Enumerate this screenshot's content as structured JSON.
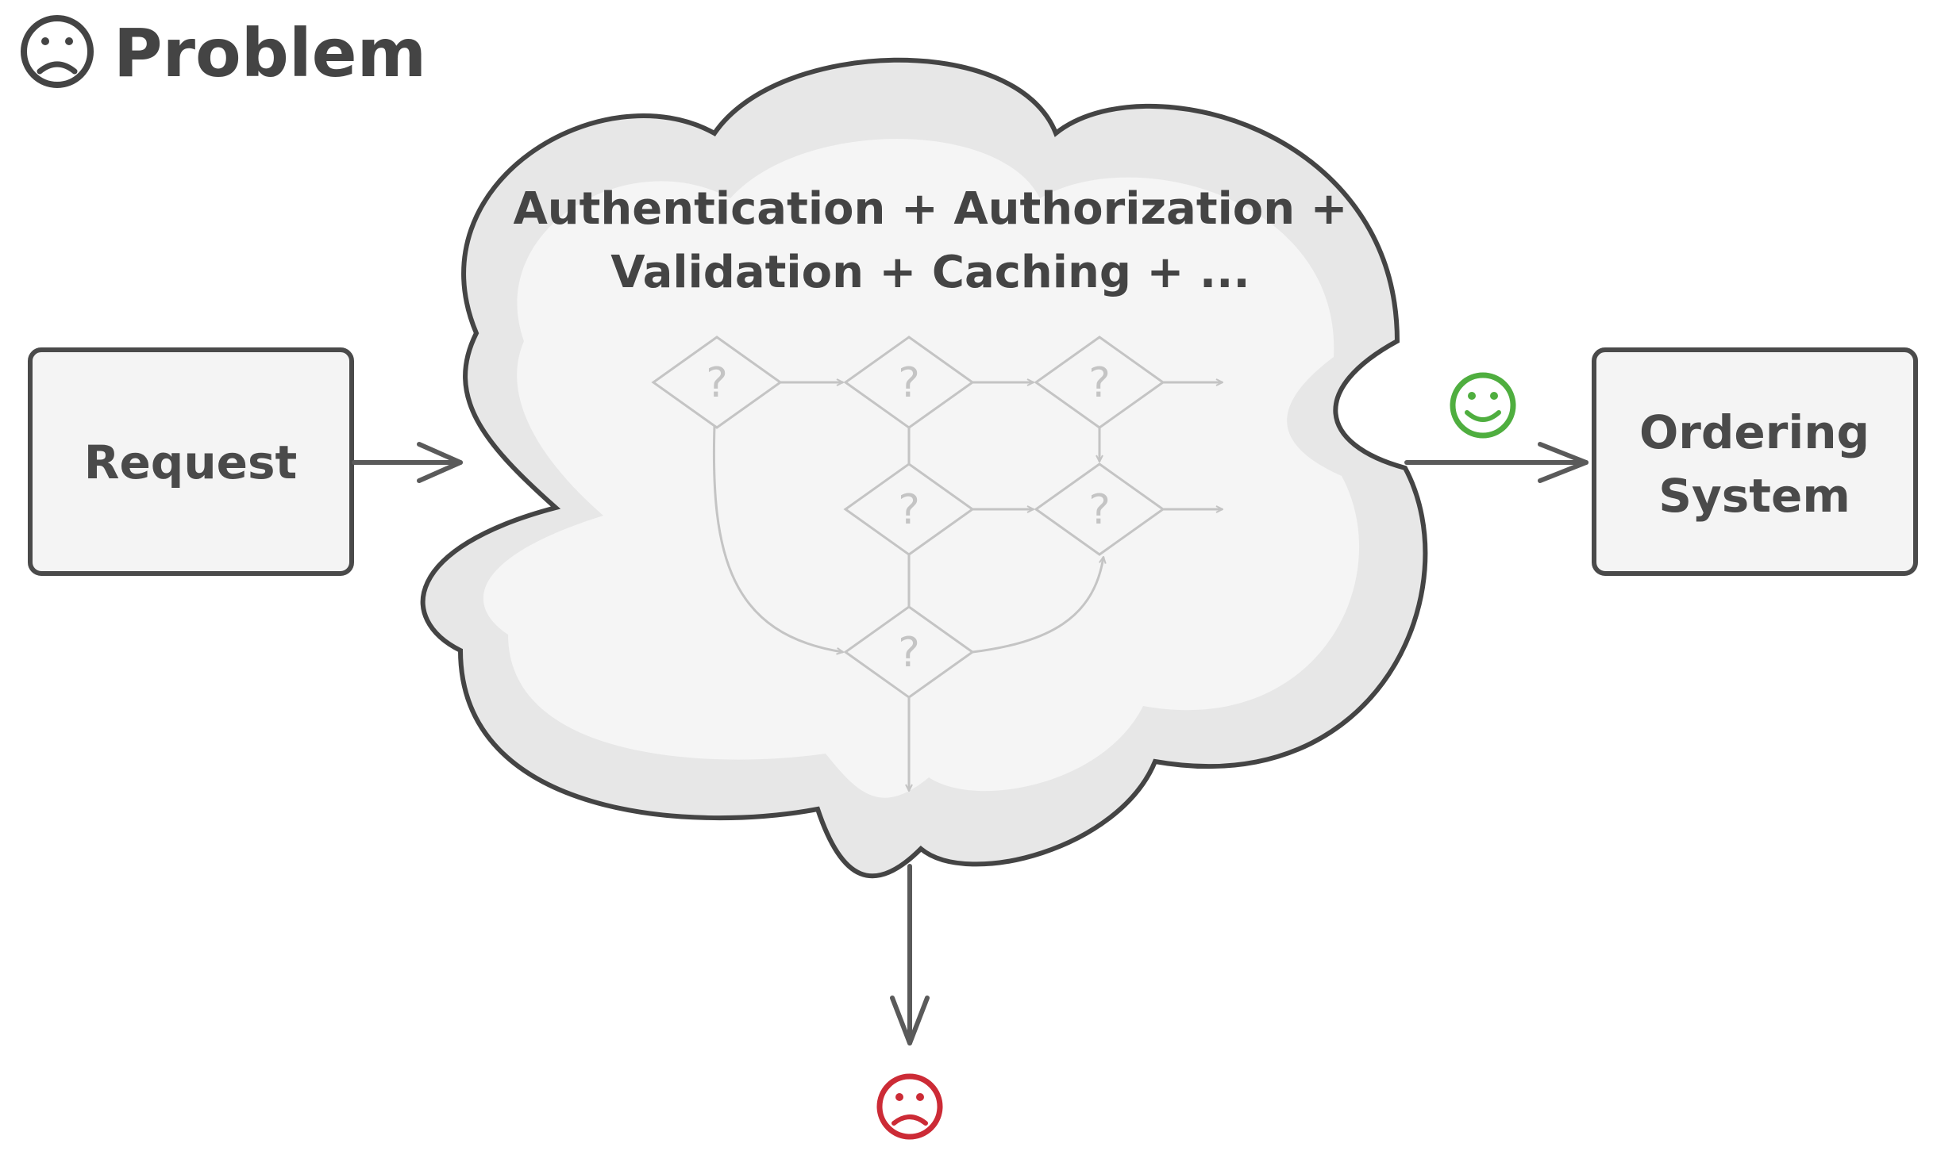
{
  "title": "Problem",
  "cloud": {
    "line1": "Authentication + Authorization +",
    "line2": "Validation + Caching + ..."
  },
  "request_label": "Request",
  "ordering_system": {
    "line1": "Ordering",
    "line2": "System"
  },
  "decision_symbol": "?",
  "colors": {
    "text": "#444444",
    "outline": "#4a4a4a",
    "faded": "#c4c4c4",
    "success": "#4fae3f",
    "failure": "#cc2b36"
  }
}
